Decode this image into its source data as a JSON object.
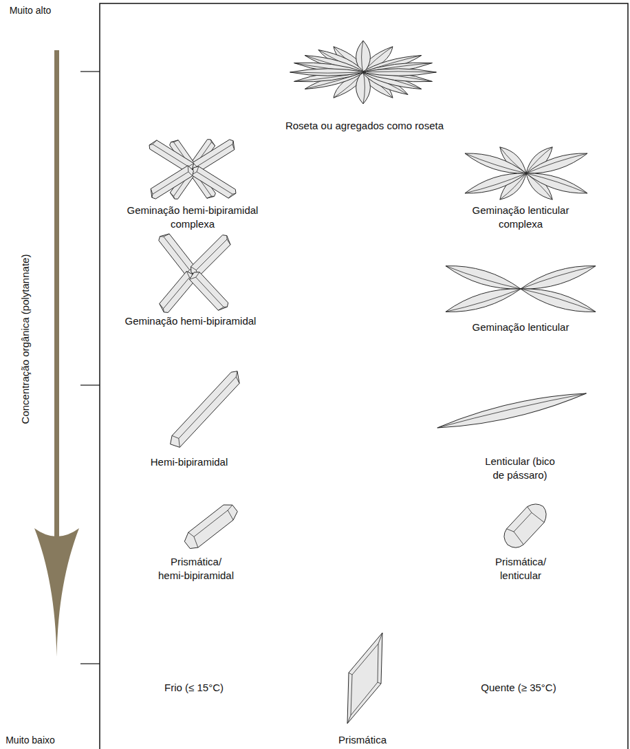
{
  "diagram": {
    "labels": [
      "Muito alto",
      "Roseta ou agregados como roseta",
      "Geminação hemi-bipiramidal complexa",
      "Geminação lenticular complexa",
      "Concentração orgânica (polytannate)",
      "Geminação hemi-bipiramidal",
      "Geminação lenticular",
      "Hemi-bipiramidal",
      "Lenticular (bico de pássaro)",
      "Prismática/ hemi-bipiramidal",
      "Prismática/ lenticular",
      "Frio (≤ 15°C)",
      "Quente (≥ 35°C)",
      "Muito baixo",
      "Prismática"
    ]
  }
}
